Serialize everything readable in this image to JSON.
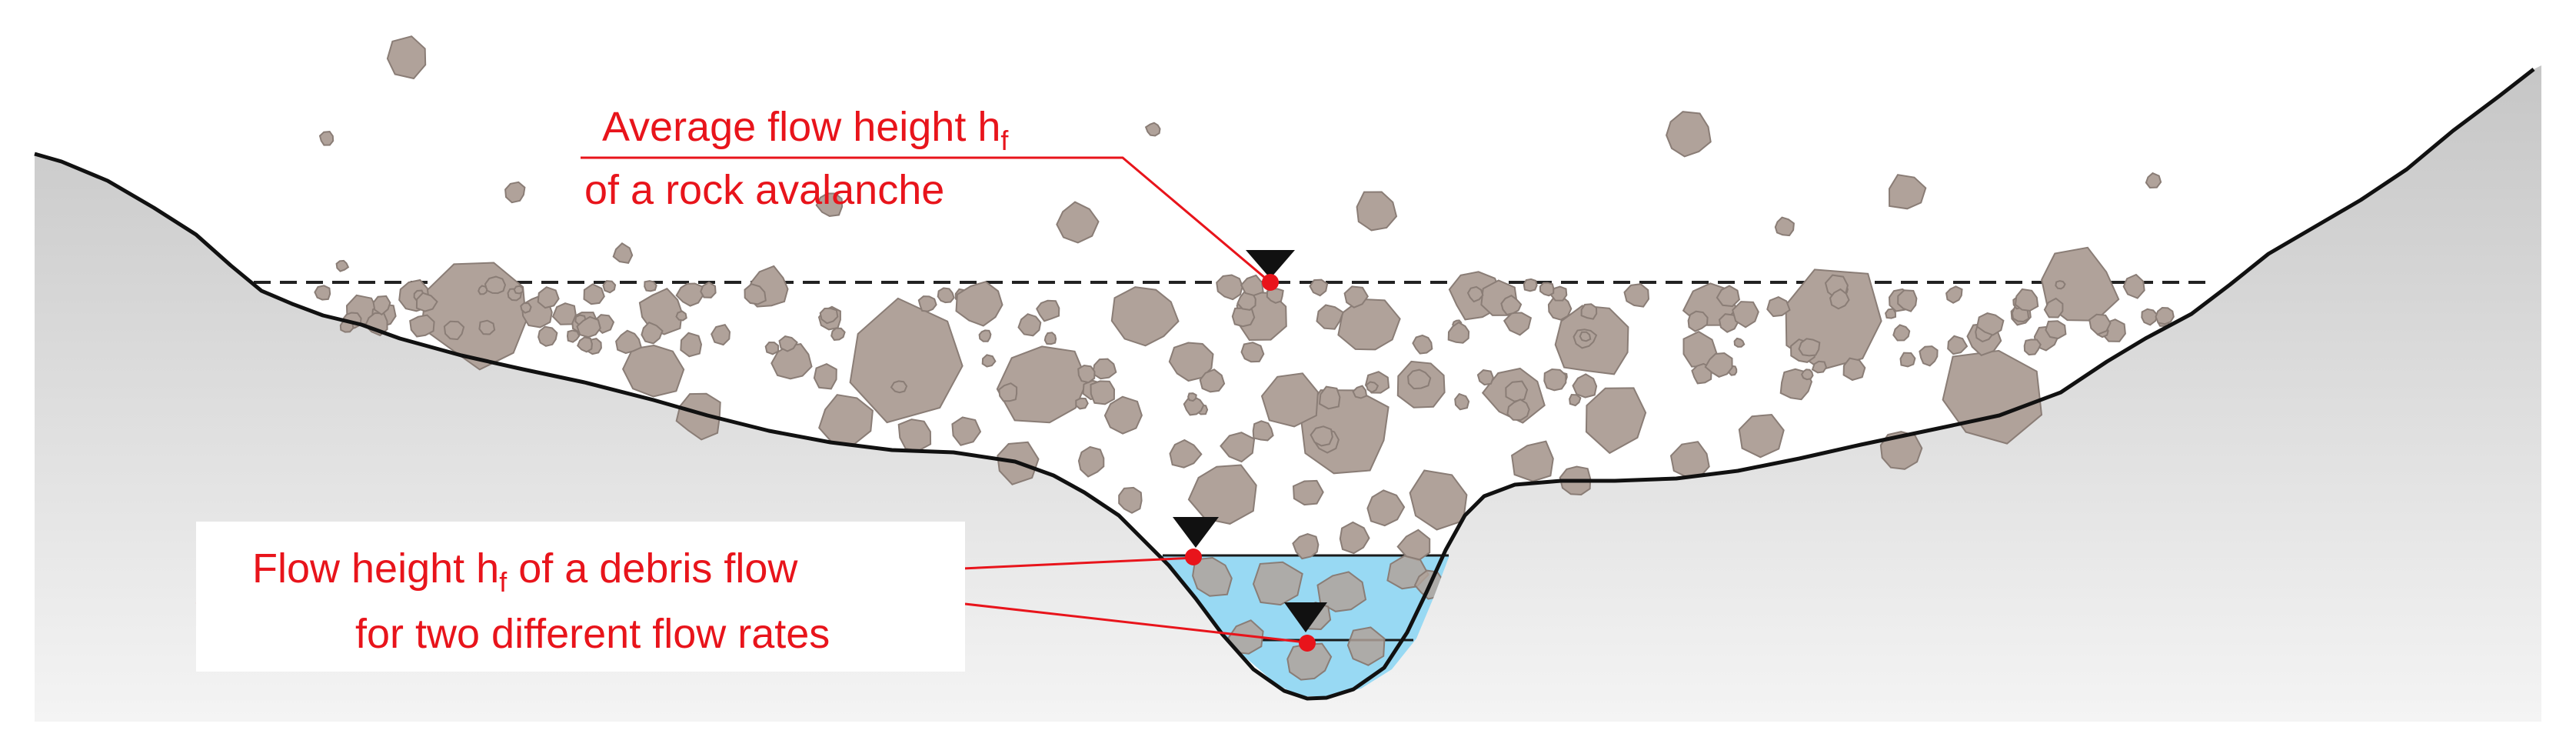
{
  "labels": {
    "rock_avalanche": {
      "line1_prefix": "Average flow height h",
      "line1_sub": "f",
      "line2": "of a rock avalanche"
    },
    "debris_flow": {
      "line1_prefix": "Flow height h",
      "line1_sub": "f",
      "line1_suffix": " of a debris flow",
      "line2": "for two different flow rates"
    }
  },
  "colors": {
    "label_text": "#e8141b",
    "leader_line": "#e8141b",
    "marker_dot": "#e8141b",
    "rock_fill": "#b0a29a",
    "rock_stroke": "#8a7d76",
    "water_fill": "#98d9f3",
    "terrain_top": "#c9c9c9",
    "terrain_bottom": "#f4f4f4",
    "outline": "#111111"
  },
  "icons": {
    "water_level": "inverted-triangle-icon"
  }
}
